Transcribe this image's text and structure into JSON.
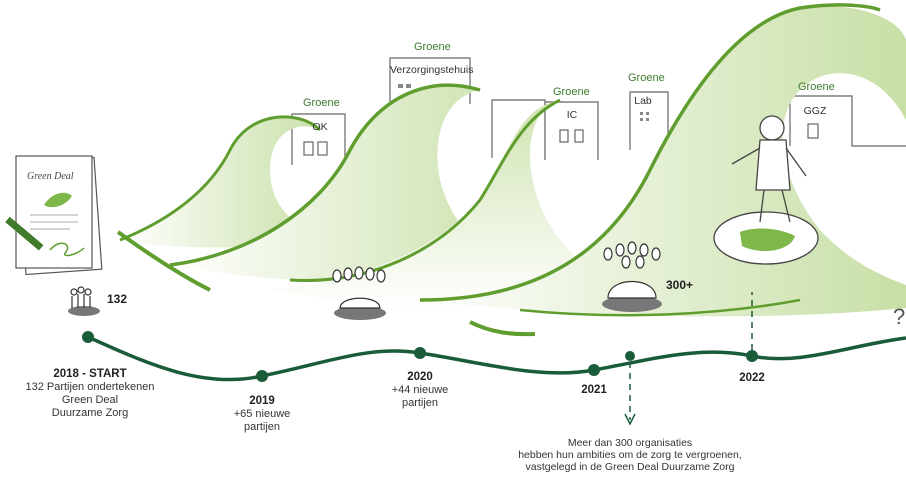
{
  "colors": {
    "wave_dark": "#5f9e2e",
    "wave_light": "#c8dfa6",
    "timeline": "#1a5c3a",
    "group_green": "#3d7a2e"
  },
  "buildings": [
    {
      "tag": "Groene",
      "name": "OK"
    },
    {
      "tag": "Groene",
      "name": "Verzorgingstehuis"
    },
    {
      "tag": "Groene",
      "name": "IC"
    },
    {
      "tag": "Groene",
      "name": "Lab"
    },
    {
      "tag": "Groene",
      "name": "GGZ"
    }
  ],
  "document": {
    "title": "Green Deal"
  },
  "groups": [
    {
      "count": "132"
    },
    {
      "count": "300+"
    }
  ],
  "milestones": [
    {
      "year": "2018 - START",
      "lines": [
        "132 Partijen ondertekenen",
        "Green Deal",
        "Duurzame Zorg"
      ]
    },
    {
      "year": "2019",
      "lines": [
        "+65 nieuwe",
        "partijen"
      ]
    },
    {
      "year": "2020",
      "lines": [
        "+44 nieuwe",
        "partijen"
      ]
    },
    {
      "year": "2021",
      "lines": []
    },
    {
      "year": "2022",
      "lines": []
    }
  ],
  "callout": {
    "lines": [
      "Meer dan 300 organisaties",
      "hebben hun ambities om de zorg te vergroenen,",
      "vastgelegd in de Green Deal Duurzame Zorg"
    ]
  },
  "future_marker": "?"
}
